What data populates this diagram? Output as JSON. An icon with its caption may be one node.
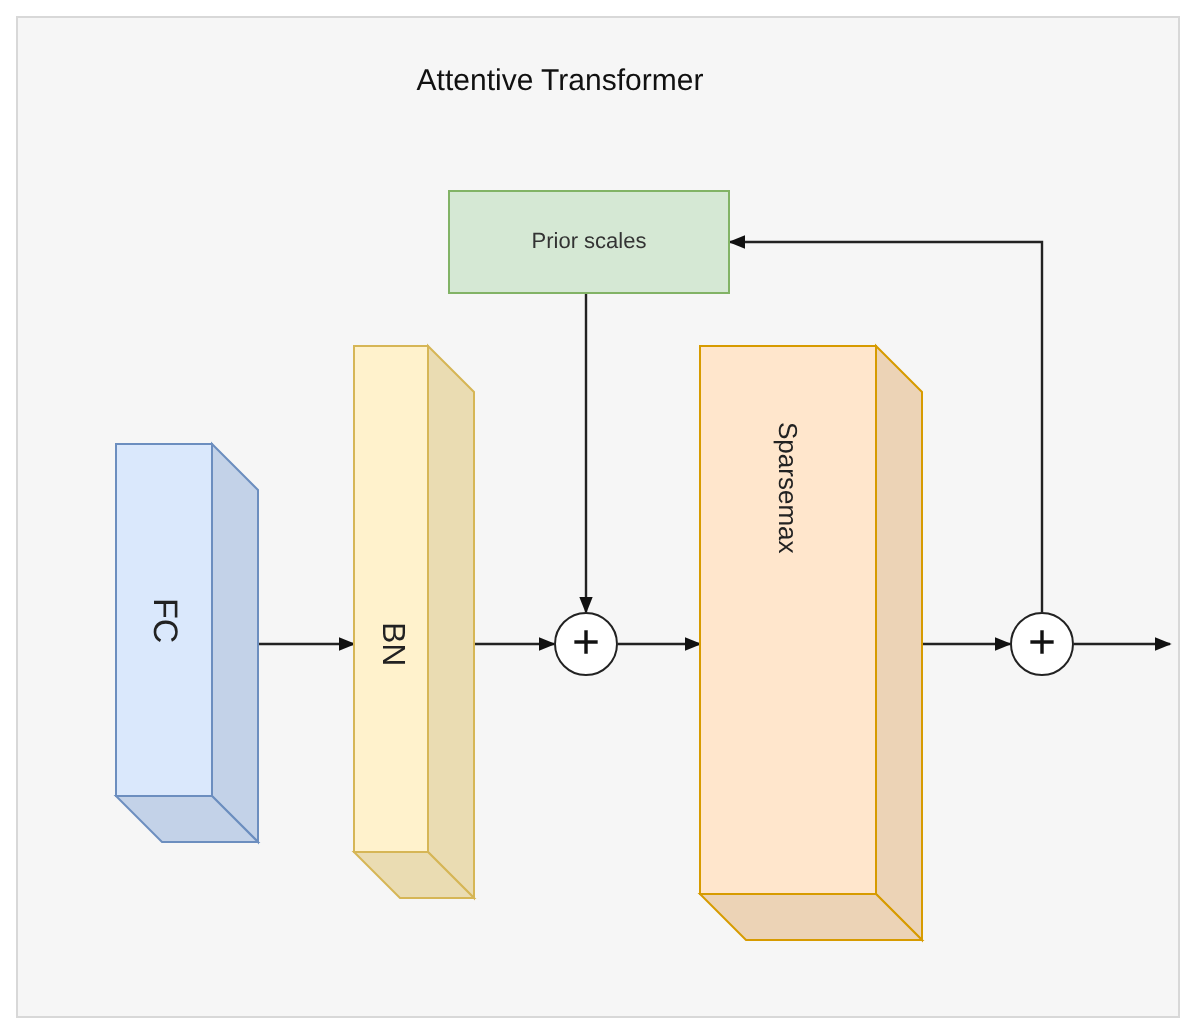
{
  "diagram": {
    "title": "Attentive Transformer",
    "nodes": [
      {
        "text": [
          "Prior scales"
        ]
      },
      {
        "text": [
          "FC"
        ]
      },
      {
        "text": [
          "BN"
        ]
      },
      {
        "text": [
          "+"
        ]
      },
      {
        "text": [
          "Sparsemax"
        ]
      },
      {
        "text": [
          "+"
        ]
      }
    ],
    "edges": [
      {
        "from": 1,
        "to": 2,
        "arrow": "to"
      },
      {
        "from": 2,
        "to": 3,
        "arrow": "to"
      },
      {
        "from": 0,
        "to": 3,
        "arrow": "to"
      },
      {
        "from": 3,
        "to": 4,
        "arrow": "to"
      },
      {
        "from": 4,
        "to": 5,
        "arrow": "to"
      },
      {
        "from": 5,
        "to": 0,
        "arrow": "to"
      },
      {
        "from": 5,
        "to": null,
        "arrow": "to"
      }
    ]
  }
}
